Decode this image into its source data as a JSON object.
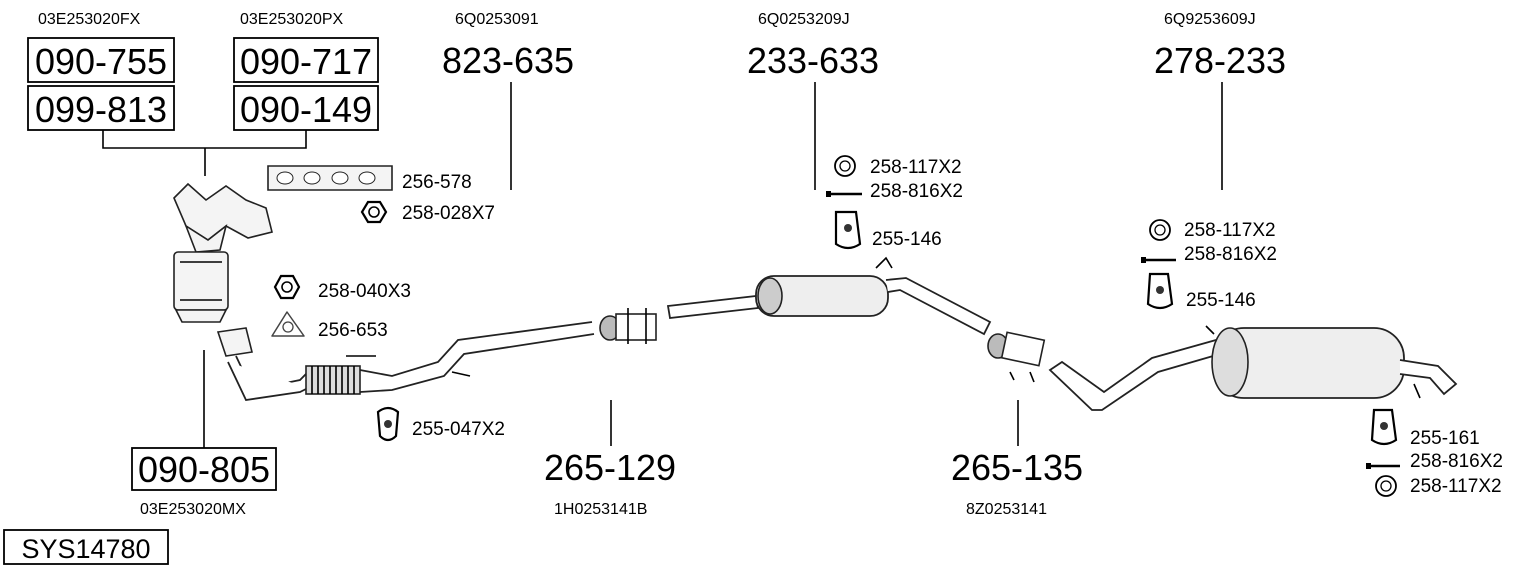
{
  "system_code": "SYS14780",
  "oem": {
    "manifold_left": "03E253020FX",
    "manifold_right": "03E253020PX",
    "front_pipe_top": "6Q0253091",
    "middle_silencer": "6Q0253209J",
    "rear_silencer": "6Q9253609J",
    "downpipe": "03E253020MX",
    "flex_pipe": "1H0253141B",
    "intermediate_pipe": "8Z0253141"
  },
  "parts": {
    "p090755": "090-755",
    "p090717": "090-717",
    "p099813": "099-813",
    "p090149": "090-149",
    "p823635": "823-635",
    "p233633": "233-633",
    "p278233": "278-233",
    "p090805": "090-805",
    "p265129": "265-129",
    "p265135": "265-135"
  },
  "small_parts": {
    "gasket_manifold": "256-578",
    "nut_x7": "258-028X7",
    "nut_x3": "258-040X3",
    "gasket_flange": "256-653",
    "hanger_front": "255-047X2",
    "ring_mid": "258-117X2",
    "bolt_mid": "258-816X2",
    "hanger_mid": "255-146",
    "ring_rear_top": "258-117X2",
    "bolt_rear_top": "258-816X2",
    "hanger_rear_top": "255-146",
    "hanger_rear_bottom": "255-161",
    "bolt_rear_bottom": "258-816X2",
    "ring_rear_bottom": "258-117X2"
  }
}
